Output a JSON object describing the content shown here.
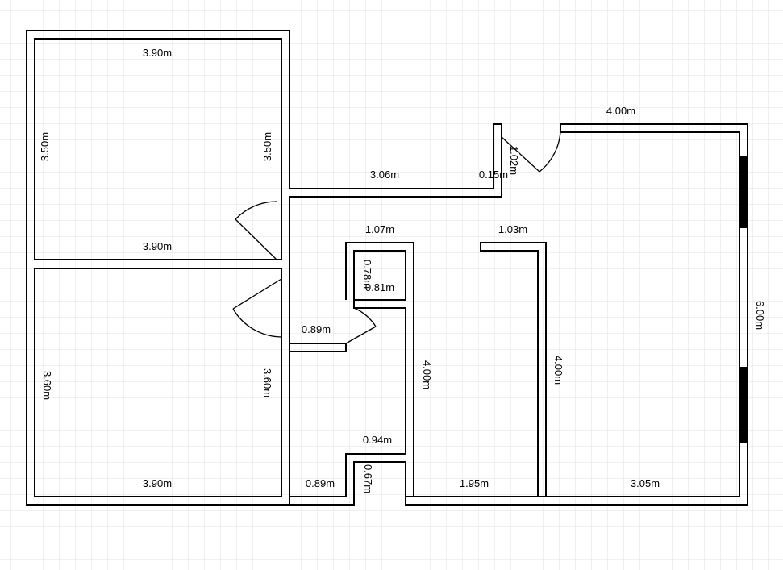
{
  "colors": {
    "background": "#ffffff",
    "grid_line": "#e2e2e2",
    "wall": "#000000"
  },
  "dimensions": {
    "room1_top": "3.90m",
    "room1_left": "3.50m",
    "room1_right": "3.50m",
    "room1_bottom": "3.90m",
    "room2_left": "3.60m",
    "room2_right": "3.60m",
    "room2_bottom": "3.90m",
    "hall_top": "3.06m",
    "entry_gap": "0.15m",
    "entry_side": "1.02m",
    "living_top": "4.00m",
    "living_right": "6.00m",
    "closet_top": "1.07m",
    "closet_side": "0.78m",
    "closet_inner": "0.81m",
    "hall_door_width": "0.89m",
    "corridor_wall": "4.00m",
    "corridor_bottom": "0.94m",
    "hall_bottom": "0.89m",
    "notch": "0.67m",
    "partition_top": "1.03m",
    "partition_side": "4.00m",
    "corridor_floor": "1.95m",
    "living_bottom": "3.05m"
  }
}
